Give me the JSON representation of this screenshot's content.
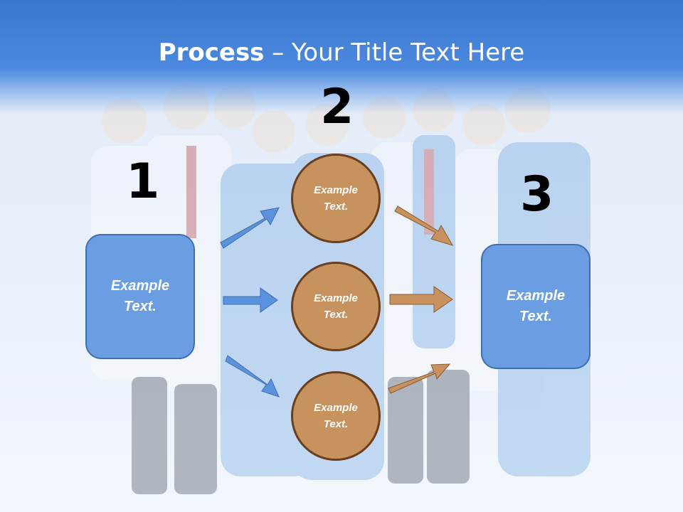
{
  "title": {
    "bold": "Process",
    "rest": " – Your Title Text Here"
  },
  "steps": [
    {
      "number": "1",
      "boxes": [
        "Example\nText."
      ]
    },
    {
      "number": "2",
      "circles": [
        "Example\nText.",
        "Example\nText.",
        "Example\nText."
      ]
    },
    {
      "number": "3",
      "boxes": [
        "Example\nText."
      ]
    }
  ],
  "colors": {
    "title_band": "#3a78cf",
    "box_fill": "#6b9de3",
    "circle_fill": "#c8925e",
    "arrow_blue": "#5b92de",
    "arrow_tan": "#c8925e"
  },
  "icons": [
    "arrow-right-icon"
  ]
}
